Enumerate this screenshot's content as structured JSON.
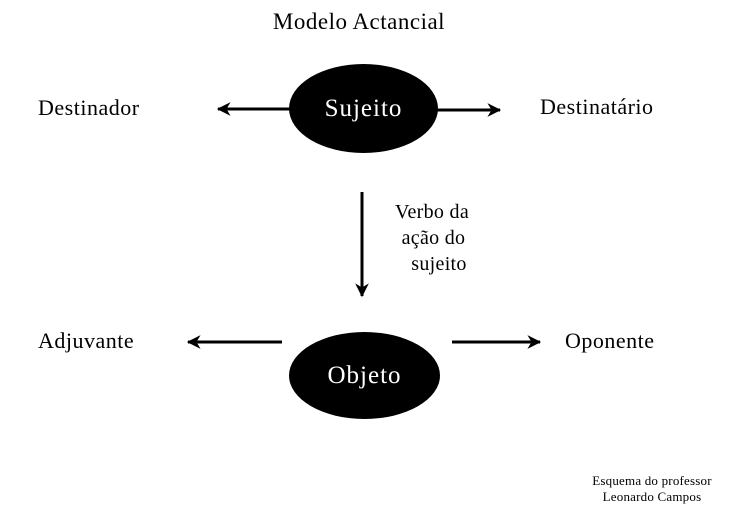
{
  "diagram": {
    "title": "Modelo Actancial",
    "nodes": {
      "sujeito": "Sujeito",
      "objeto": "Objeto"
    },
    "labels": {
      "destinador": "Destinador",
      "destinatario": "Destinatário",
      "adjuvante": "Adjuvante",
      "oponente": "Oponente"
    },
    "verb_annotation": {
      "line1": "Verbo da",
      "line2": "ação do",
      "line3": "sujeito"
    },
    "arrows": [
      {
        "from": "Sujeito",
        "to": "Destinador",
        "direction": "left"
      },
      {
        "from": "Sujeito",
        "to": "Destinatário",
        "direction": "right"
      },
      {
        "from": "Sujeito",
        "to": "Objeto",
        "direction": "down"
      },
      {
        "from": "Objeto",
        "to": "Adjuvante",
        "direction": "left"
      },
      {
        "from": "Objeto",
        "to": "Oponente",
        "direction": "right"
      }
    ],
    "credit": {
      "line1": "Esquema do professor",
      "line2": "Leonardo Campos"
    },
    "colors": {
      "background": "#ffffff",
      "ink": "#000000",
      "node_fill": "#000000",
      "node_text": "#ffffff"
    }
  }
}
